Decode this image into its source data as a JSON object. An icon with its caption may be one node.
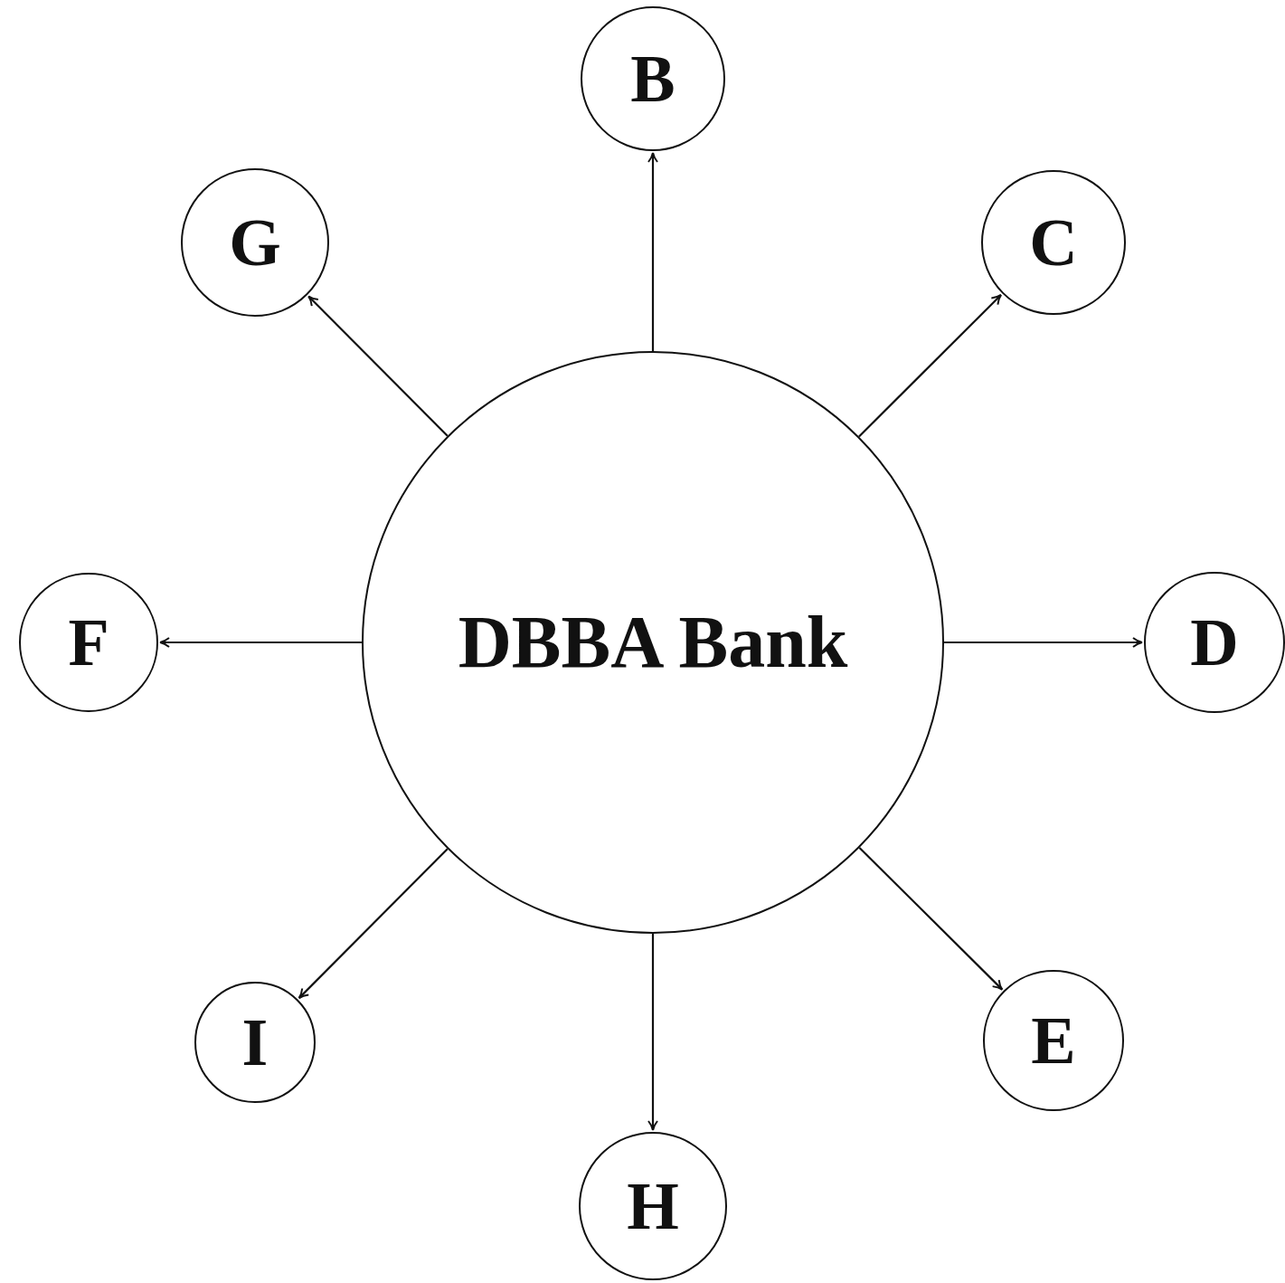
{
  "diagram": {
    "nodes": [
      {
        "text": [
          "DBBA Bank"
        ]
      },
      {
        "text": [
          "B"
        ]
      },
      {
        "text": [
          "G"
        ]
      },
      {
        "text": [
          "C"
        ]
      },
      {
        "text": [
          "F"
        ]
      },
      {
        "text": [
          "D"
        ]
      },
      {
        "text": [
          "I"
        ]
      },
      {
        "text": [
          "E"
        ]
      },
      {
        "text": [
          "H"
        ]
      }
    ],
    "edges": [
      {
        "from": 0,
        "to": 1,
        "arrow": "to"
      },
      {
        "from": 0,
        "to": 2,
        "arrow": "to"
      },
      {
        "from": 0,
        "to": 3,
        "arrow": "to"
      },
      {
        "from": 0,
        "to": 4,
        "arrow": "to"
      },
      {
        "from": 0,
        "to": 5,
        "arrow": "to"
      },
      {
        "from": 0,
        "to": 6,
        "arrow": "to"
      },
      {
        "from": 0,
        "to": 7,
        "arrow": "to"
      },
      {
        "from": 0,
        "to": 8,
        "arrow": "to"
      }
    ]
  }
}
